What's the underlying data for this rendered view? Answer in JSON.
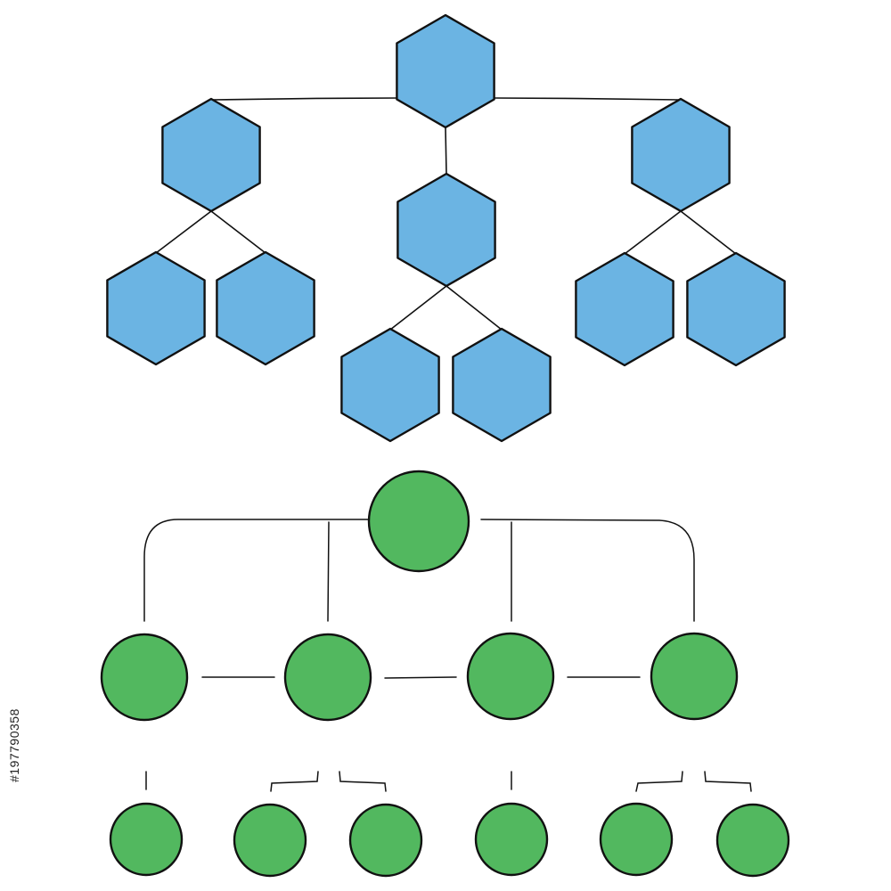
{
  "diagram": {
    "colors": {
      "hexagon_fill": "#6bb4e3",
      "circle_fill": "#52b85f",
      "stroke": "#111111",
      "background": "#ffffff"
    },
    "hexagon_tree": {
      "nodes": [
        "root",
        "left",
        "center",
        "right",
        "left-a",
        "left-b",
        "center-a",
        "center-b",
        "right-a",
        "right-b"
      ],
      "edges": [
        [
          "root",
          "left"
        ],
        [
          "root",
          "center"
        ],
        [
          "root",
          "right"
        ],
        [
          "left",
          "left-a"
        ],
        [
          "left",
          "left-b"
        ],
        [
          "center",
          "center-a"
        ],
        [
          "center",
          "center-b"
        ],
        [
          "right",
          "right-a"
        ],
        [
          "right",
          "right-b"
        ]
      ]
    },
    "circle_tree": {
      "nodes": [
        "root",
        "m1",
        "m2",
        "m3",
        "m4",
        "b1",
        "b2",
        "b3",
        "b4",
        "b5",
        "b6"
      ],
      "edges": [
        [
          "root",
          "m1"
        ],
        [
          "root",
          "m2"
        ],
        [
          "root",
          "m3"
        ],
        [
          "root",
          "m4"
        ],
        [
          "m1",
          "m2"
        ],
        [
          "m2",
          "m3"
        ],
        [
          "m3",
          "m4"
        ],
        [
          "m1",
          "b1"
        ],
        [
          "m2",
          "b2"
        ],
        [
          "m2",
          "b3"
        ],
        [
          "m3",
          "b4"
        ],
        [
          "m4",
          "b5"
        ],
        [
          "m4",
          "b6"
        ]
      ]
    }
  },
  "watermark": {
    "side_id": "#197790358"
  }
}
